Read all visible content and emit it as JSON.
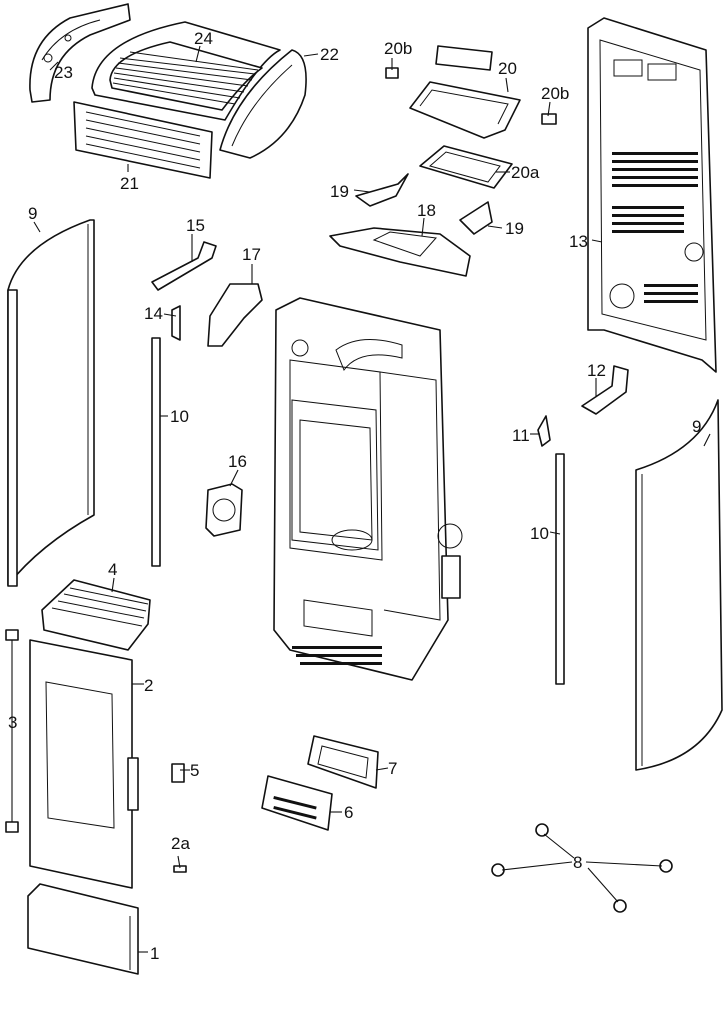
{
  "labels": {
    "p1": "1",
    "p2": "2",
    "p2a": "2a",
    "p3": "3",
    "p4": "4",
    "p5": "5",
    "p6": "6",
    "p7": "7",
    "p8": "8",
    "p9l": "9",
    "p9r": "9",
    "p10l": "10",
    "p10r": "10",
    "p11": "11",
    "p12": "12",
    "p13": "13",
    "p14": "14",
    "p15": "15",
    "p16": "16",
    "p17": "17",
    "p18": "18",
    "p19l": "19",
    "p19r": "19",
    "p20": "20",
    "p20a": "20a",
    "p20bl": "20b",
    "p20br": "20b",
    "p21": "21",
    "p22": "22",
    "p23": "23",
    "p24": "24"
  }
}
